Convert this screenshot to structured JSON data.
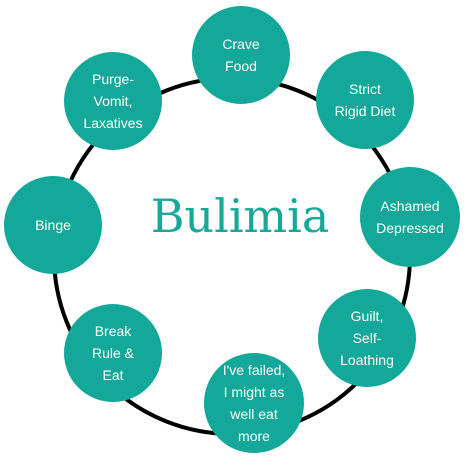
{
  "diagram": {
    "title": "Bulimia",
    "colors": {
      "node_fill": "#13a899",
      "ring_stroke": "#000000",
      "title_color": "#19a898",
      "label_color": "#ffffff"
    },
    "nodes": [
      {
        "id": "crave-food",
        "label_lines": [
          "Crave",
          "Food"
        ]
      },
      {
        "id": "strict-rigid-diet",
        "label_lines": [
          "Strict",
          "Rigid Diet"
        ]
      },
      {
        "id": "ashamed-depressed",
        "label_lines": [
          "Ashamed",
          "Depressed"
        ]
      },
      {
        "id": "guilt-self-loathing",
        "label_lines": [
          "Guilt,",
          "Self-",
          "Loathing"
        ]
      },
      {
        "id": "ive-failed",
        "label_lines": [
          "I've failed,",
          "I might as",
          "well eat",
          "more"
        ]
      },
      {
        "id": "break-rule-eat",
        "label_lines": [
          "Break",
          "Rule &",
          "Eat"
        ]
      },
      {
        "id": "binge",
        "label_lines": [
          "Binge"
        ]
      },
      {
        "id": "purge-vomit-laxatives",
        "label_lines": [
          "Purge-",
          "Vomit,",
          "Laxatives"
        ]
      }
    ]
  }
}
